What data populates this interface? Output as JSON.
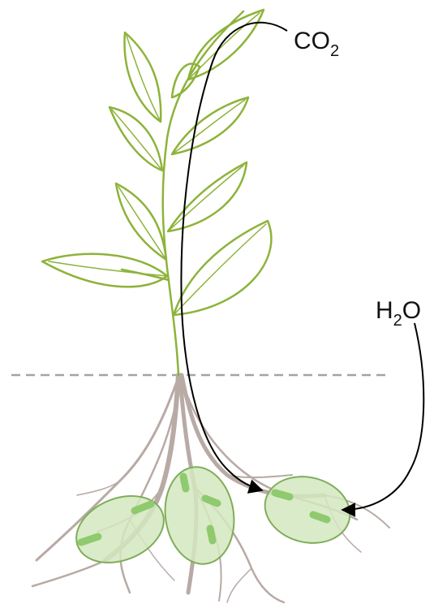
{
  "labels": {
    "co2": {
      "main": "CO",
      "sub": "2",
      "tail": ""
    },
    "h2o": {
      "main": "H",
      "sub": "2",
      "tail": "O"
    }
  },
  "colors": {
    "leaf": "#8db33a",
    "root": "#b8aaa5",
    "soil_line": "#a3a3a3",
    "nodule_fill": "#d3e8c0",
    "nodule_stroke": "#7fae5a",
    "bacteria": "#8fca6e",
    "arrow": "#000000"
  },
  "icons": [
    "plant-illustration",
    "root-system",
    "root-nodule",
    "bacterium"
  ]
}
